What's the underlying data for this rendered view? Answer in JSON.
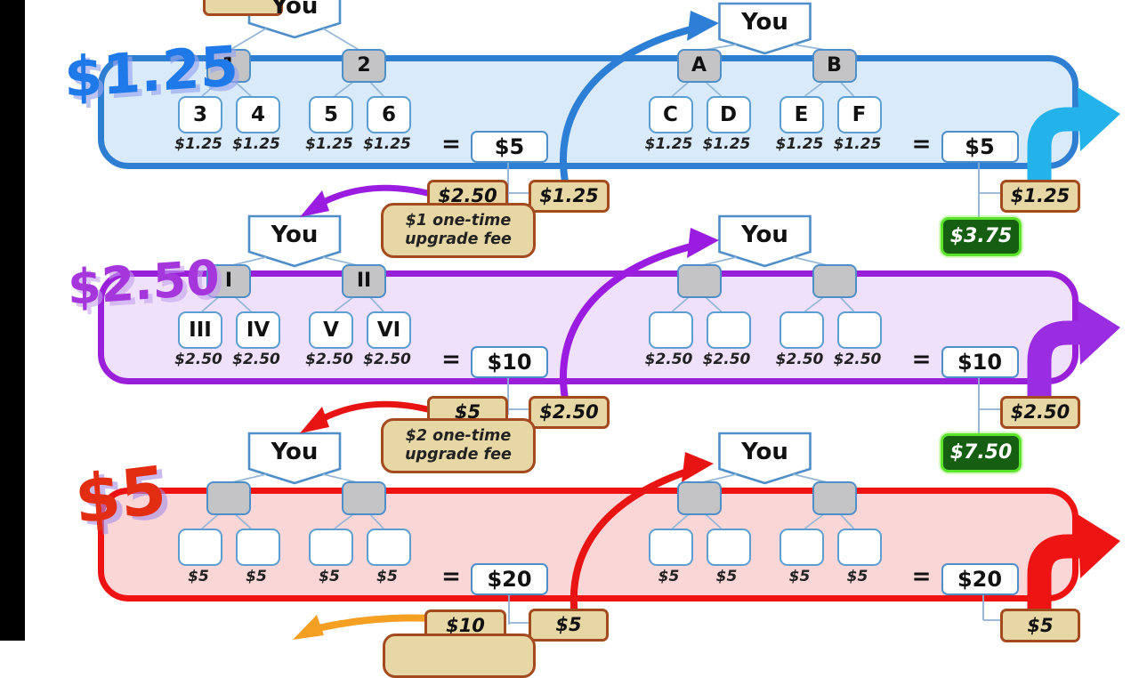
{
  "diagram": {
    "tiers": [
      {
        "tier_label": "$1.25",
        "left_tree": {
          "root": "You",
          "children": [
            "1",
            "2"
          ],
          "grandchildren": [
            "3",
            "4",
            "5",
            "6"
          ],
          "payments": [
            "$1.25",
            "$1.25",
            "$1.25",
            "$1.25"
          ],
          "equals": "=",
          "total": "$5"
        },
        "right_tree": {
          "root": "You",
          "children": [
            "A",
            "B"
          ],
          "grandchildren": [
            "C",
            "D",
            "E",
            "F"
          ],
          "payments": [
            "$1.25",
            "$1.25",
            "$1.25",
            "$1.25"
          ],
          "equals": "=",
          "total": "$5"
        }
      },
      {
        "tier_label": "$2.50",
        "left_tree": {
          "root": "You",
          "children": [
            "I",
            "II"
          ],
          "grandchildren": [
            "III",
            "IV",
            "V",
            "VI"
          ],
          "payments": [
            "$2.50",
            "$2.50",
            "$2.50",
            "$2.50"
          ],
          "equals": "=",
          "total": "$10"
        },
        "right_tree": {
          "root": "You",
          "children": [
            "",
            ""
          ],
          "grandchildren": [
            "",
            "",
            "",
            ""
          ],
          "payments": [
            "$2.50",
            "$2.50",
            "$2.50",
            "$2.50"
          ],
          "equals": "=",
          "total": "$10"
        }
      },
      {
        "tier_label": "$5",
        "left_tree": {
          "root": "You",
          "children": [
            "",
            ""
          ],
          "grandchildren": [
            "",
            "",
            "",
            ""
          ],
          "payments": [
            "$5",
            "$5",
            "$5",
            "$5"
          ],
          "equals": "=",
          "total": "$20"
        },
        "right_tree": {
          "root": "You",
          "children": [
            "",
            ""
          ],
          "grandchildren": [
            "",
            "",
            "",
            ""
          ],
          "payments": [
            "$5",
            "$5",
            "$5",
            "$5"
          ],
          "equals": "=",
          "total": "$20"
        }
      }
    ],
    "breakdown_rows": [
      {
        "upgrade_badge": "$2.50",
        "keep_badge": "$1.25",
        "fee_line1": "$1 one-time",
        "fee_line2": "upgrade fee",
        "right_keep_badge": "$1.25",
        "right_profit_badge": "$3.75"
      },
      {
        "upgrade_badge": "$5",
        "keep_badge": "$2.50",
        "fee_line1": "$2 one-time",
        "fee_line2": "upgrade fee",
        "right_keep_badge": "$2.50",
        "right_profit_badge": "$7.50"
      },
      {
        "upgrade_badge": "$10",
        "keep_badge": "$5",
        "right_keep_badge": "$5"
      }
    ]
  }
}
